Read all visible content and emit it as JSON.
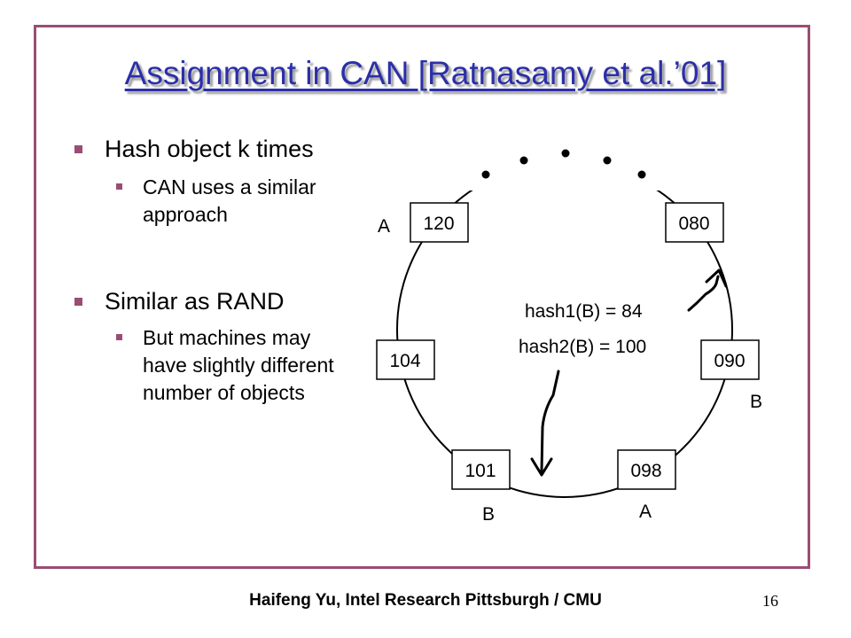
{
  "slide": {
    "title": "Assignment in CAN [Ratnasamy et al.’01]",
    "bullets": [
      {
        "text": "Hash object k times",
        "sub": [
          "CAN uses a similar approach"
        ]
      },
      {
        "text": "Similar as RAND",
        "sub": [
          "But machines may have slightly different number of objects"
        ]
      }
    ]
  },
  "diagram": {
    "nodes": [
      "120",
      "080",
      "104",
      "090",
      "101",
      "098"
    ],
    "node_labels": [
      "A",
      "B",
      "B",
      "A"
    ],
    "hash1": "hash1(B) = 84",
    "hash2": "hash2(B) = 100"
  },
  "footer": {
    "text": "Haifeng Yu, Intel Research Pittsburgh / CMU",
    "page": "16"
  },
  "colors": {
    "border": "#9a4d74",
    "title": "#2b2fa8",
    "bullet": "#9a4d74"
  }
}
